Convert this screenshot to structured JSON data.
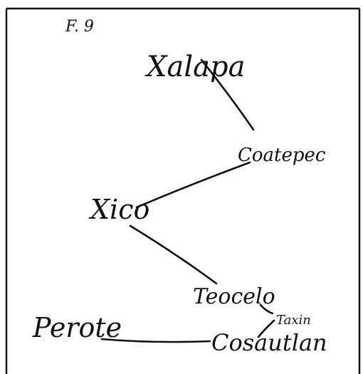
{
  "figure_label": "F. 9",
  "nodes": [
    {
      "id": "xalapa",
      "label": "Xalapa"
    },
    {
      "id": "coatepec",
      "label": "Coatepec"
    },
    {
      "id": "xico",
      "label": "Xico"
    },
    {
      "id": "teocelo",
      "label": "Teocelo"
    },
    {
      "id": "taxin",
      "label": "Taxin"
    },
    {
      "id": "cosautlan",
      "label": "Cosautlan"
    },
    {
      "id": "perote",
      "label": "Perote"
    }
  ],
  "edges": [
    {
      "from": "xalapa",
      "to": "coatepec"
    },
    {
      "from": "coatepec",
      "to": "xico"
    },
    {
      "from": "xico",
      "to": "teocelo"
    },
    {
      "from": "teocelo",
      "to": "taxin"
    },
    {
      "from": "taxin",
      "to": "cosautlan"
    },
    {
      "from": "perote",
      "to": "cosautlan"
    }
  ],
  "colors": {
    "ink": "#111111",
    "paper": "#ffffff"
  }
}
